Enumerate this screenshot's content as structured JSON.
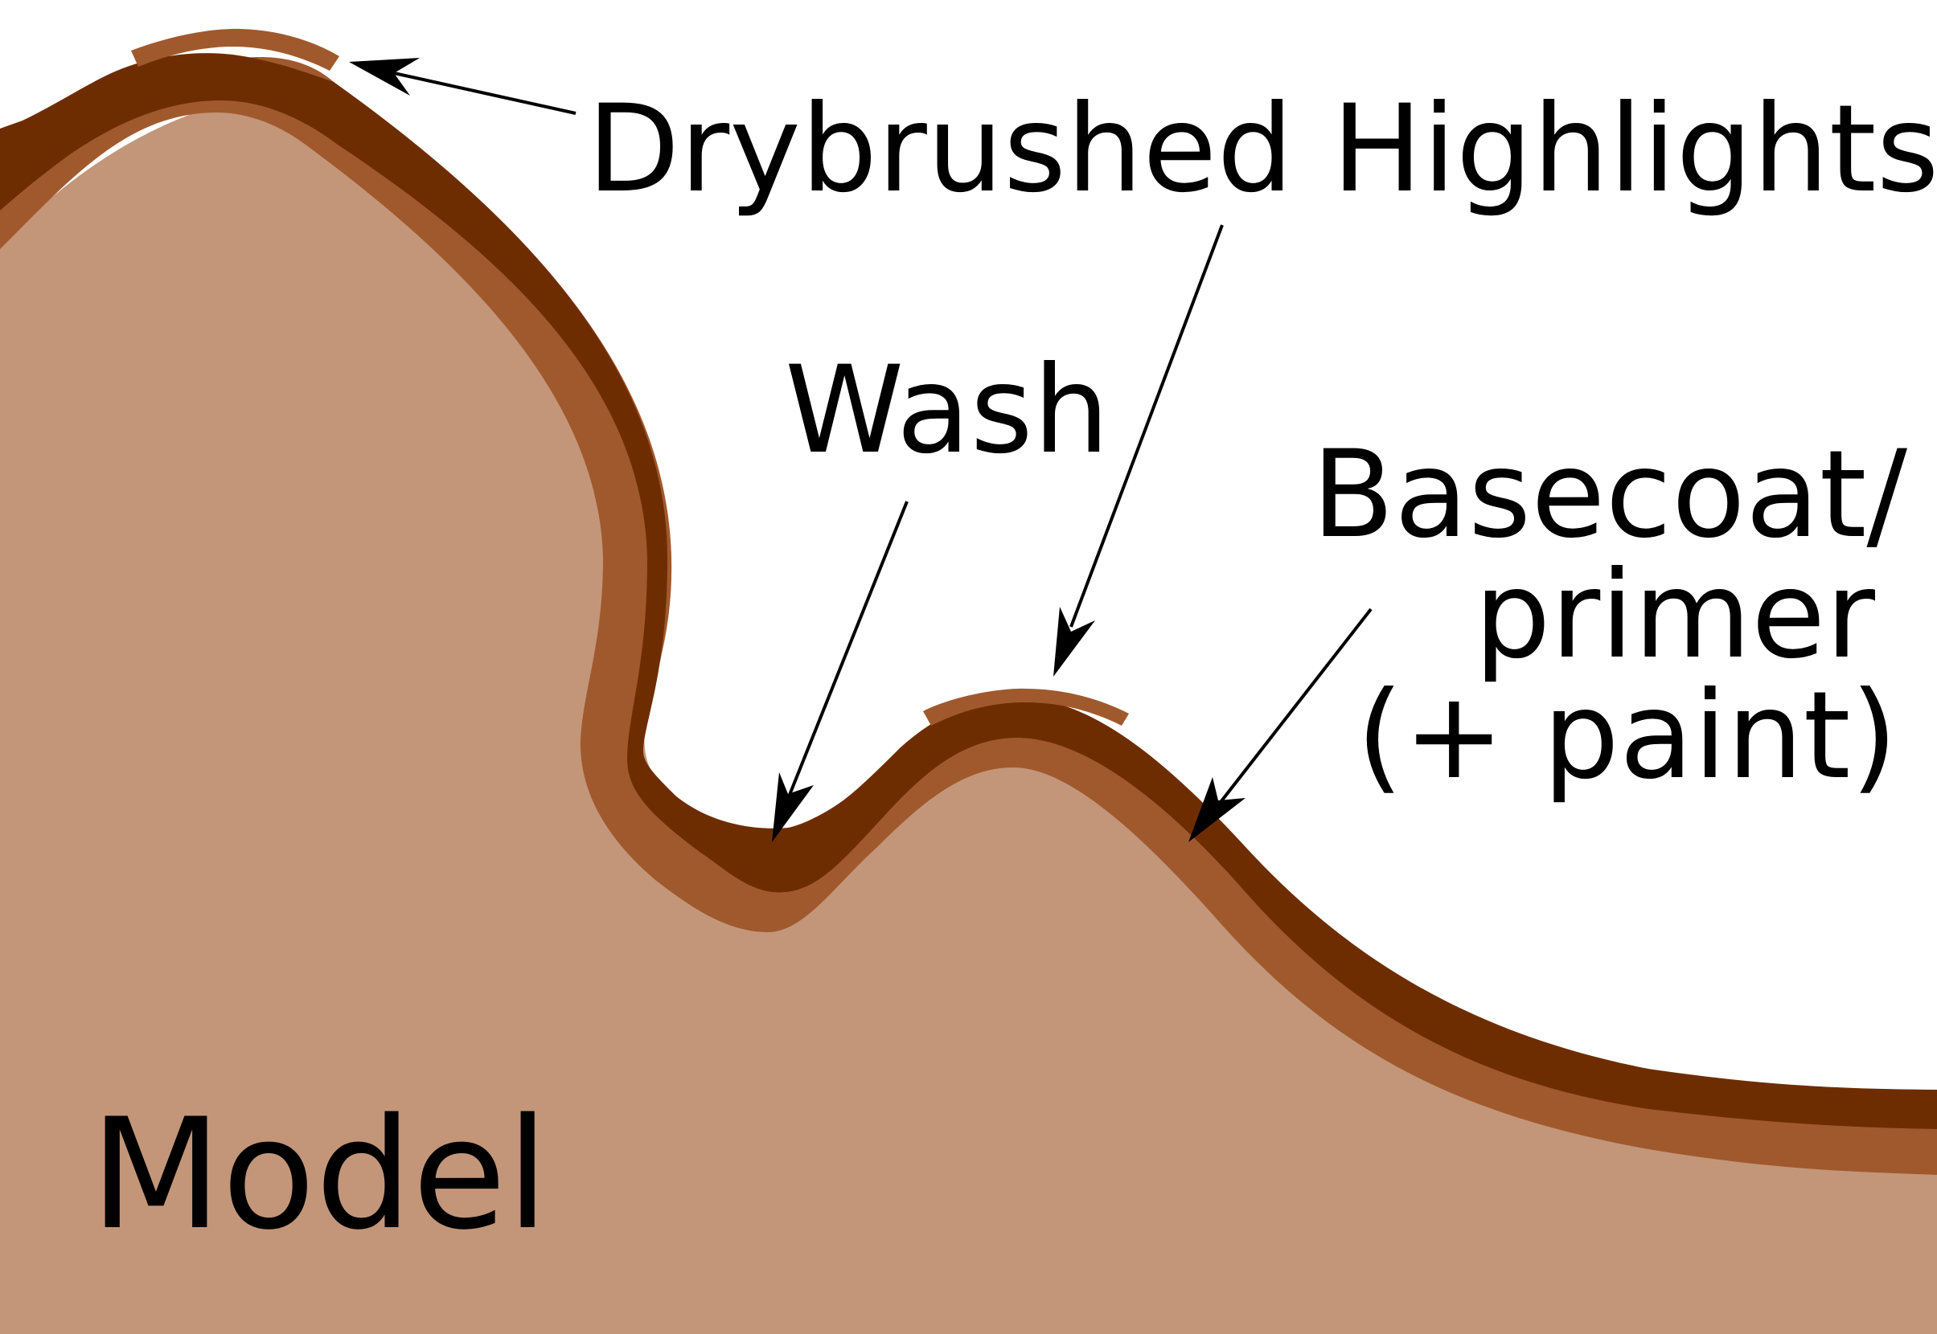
{
  "labels": {
    "drybrushed": "Drybrushed Highlights",
    "wash": "Wash",
    "basecoat_line1": "Basecoat/",
    "basecoat_line2": "primer",
    "basecoat_line3": "(+ paint)",
    "model": "Model"
  },
  "colors": {
    "model": "#c39679",
    "basecoat": "#a0592d",
    "wash": "#6e2d00",
    "highlight": "#a0592d",
    "text": "#000000",
    "background": "#ffffff"
  }
}
